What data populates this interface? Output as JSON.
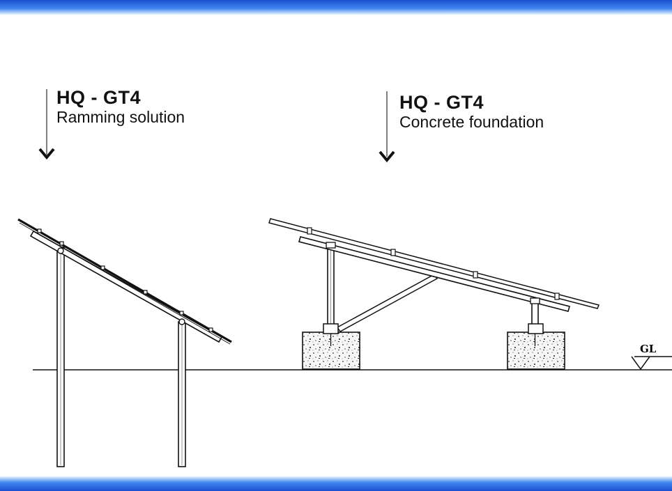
{
  "left_section": {
    "title": "HQ - GT4",
    "subtitle": "Ramming solution"
  },
  "right_section": {
    "title": "HQ - GT4",
    "subtitle": "Concrete foundation"
  },
  "ground_label": "GL"
}
